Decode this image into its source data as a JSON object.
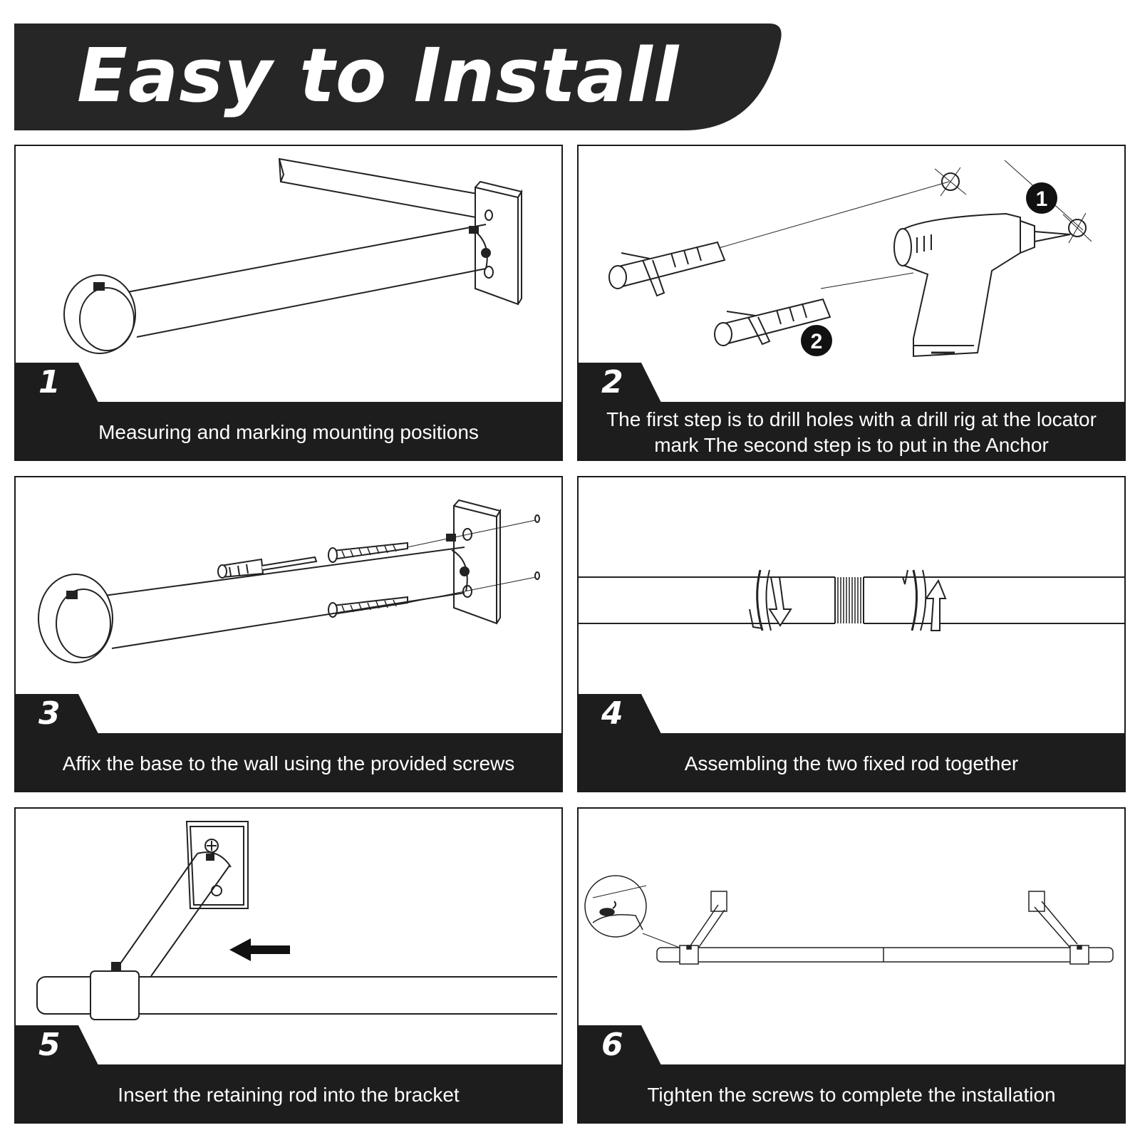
{
  "banner": {
    "title": "Easy to Install"
  },
  "steps": [
    {
      "number": "1",
      "caption": "Measuring and marking mounting positions"
    },
    {
      "number": "2",
      "caption": "The first step is to drill holes with a drill rig at the locator mark The second step is to put in the Anchor"
    },
    {
      "number": "3",
      "caption": "Affix the base to the wall using the provided screws"
    },
    {
      "number": "4",
      "caption": "Assembling the two fixed rod together"
    },
    {
      "number": "5",
      "caption": "Insert the retaining rod into the bracket"
    },
    {
      "number": "6",
      "caption": "Tighten the screws to complete the installation"
    }
  ],
  "callouts": {
    "first": "1",
    "second": "2"
  }
}
